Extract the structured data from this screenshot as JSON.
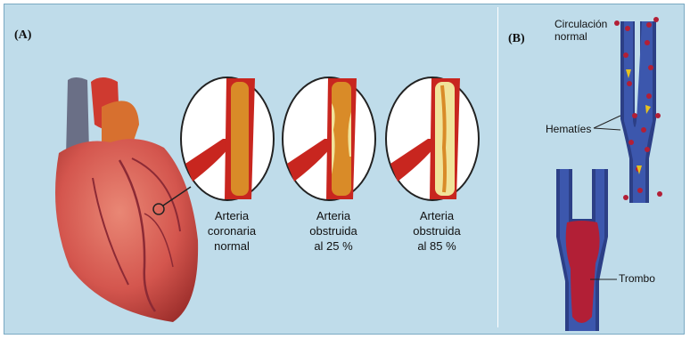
{
  "panel_a": {
    "label": "(A)",
    "captions": [
      {
        "line1": "Arteria",
        "line2": "coronaria",
        "line3": "normal"
      },
      {
        "line1": "Arteria",
        "line2": "obstruida",
        "line3": "al 25 %"
      },
      {
        "line1": "Arteria",
        "line2": "obstruida",
        "line3": "al 85 %"
      }
    ],
    "colors": {
      "heart": "#d4564e",
      "artery": "#c8261f",
      "lumen": "#d98b28",
      "plaque": "#f1e39a"
    }
  },
  "panel_b": {
    "label": "(B)",
    "circulation_line1": "Circulación",
    "circulation_line2": "normal",
    "red_cells_label": "Hematíes",
    "thrombus_label": "Trombo",
    "colors": {
      "vessel": "#2c3f86",
      "blood": "#b21f36"
    }
  }
}
